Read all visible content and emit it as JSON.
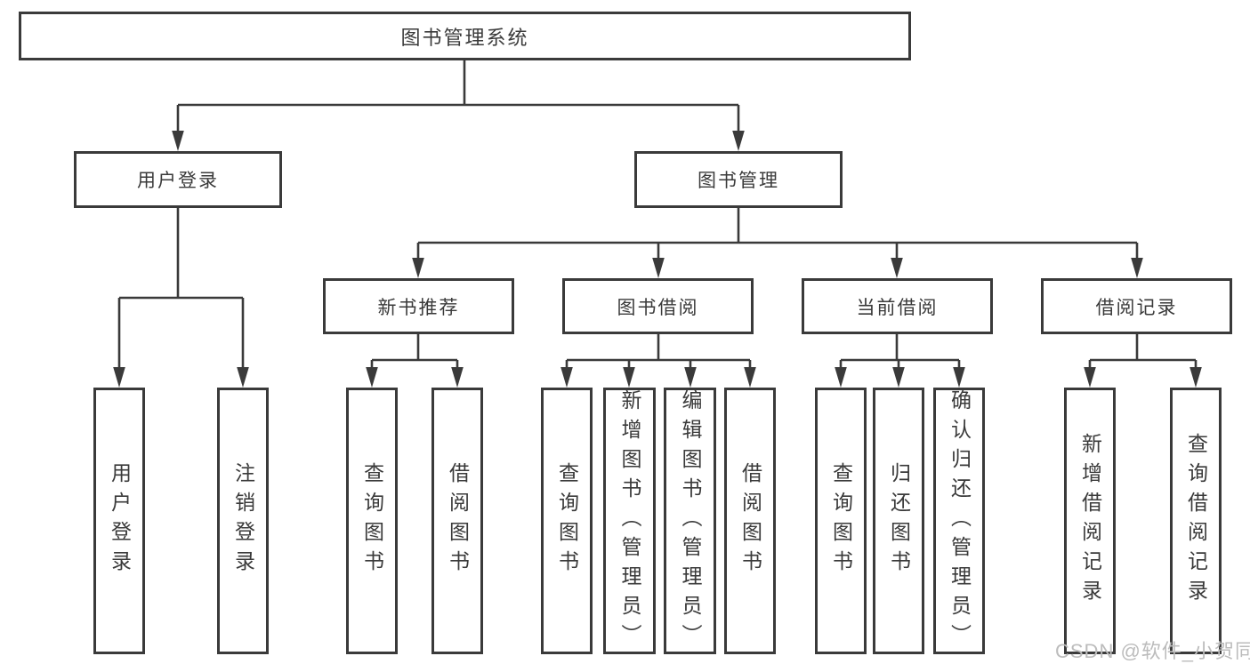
{
  "colors": {
    "background": "#ffffff",
    "line": "#3a3a3a",
    "text": "#3a3a3a",
    "watermark": "#bcbcbc"
  },
  "diagram": {
    "root": {
      "label": "图书管理系统"
    },
    "level2": [
      {
        "label": "用户登录",
        "children": [
          {
            "label": "用户登录"
          },
          {
            "label": "注销登录"
          }
        ]
      },
      {
        "label": "图书管理",
        "children": [
          {
            "label": "新书推荐",
            "children": [
              {
                "label": "查询图书"
              },
              {
                "label": "借阅图书"
              }
            ]
          },
          {
            "label": "图书借阅",
            "children": [
              {
                "label": "查询图书"
              },
              {
                "label": "新增图书（管理员）"
              },
              {
                "label": "编辑图书（管理员）"
              },
              {
                "label": "借阅图书"
              }
            ]
          },
          {
            "label": "当前借阅",
            "children": [
              {
                "label": "查询图书"
              },
              {
                "label": "归还图书"
              },
              {
                "label": "确认归还（管理员）"
              }
            ]
          },
          {
            "label": "借阅记录",
            "children": [
              {
                "label": "新增借阅记录"
              },
              {
                "label": "查询借阅记录"
              }
            ]
          }
        ]
      }
    ]
  },
  "watermark": {
    "text": "CSDN @软件_小贺同学"
  }
}
